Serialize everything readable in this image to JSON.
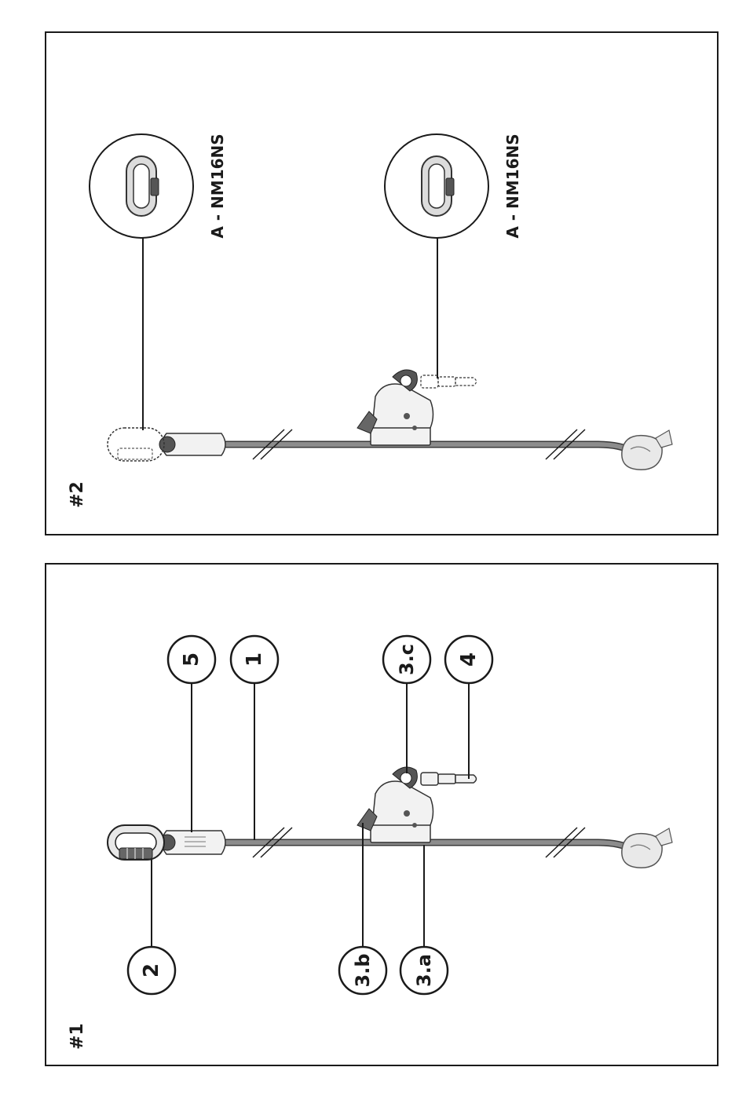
{
  "colors": {
    "frame": "#1a1a1a",
    "rope": "#8c8c8c",
    "rope_edge": "#3a3a3a",
    "metal": "#e8e8e8",
    "device": "#f2f2f2",
    "dark_part": "#555555"
  },
  "panel1": {
    "label": "#1",
    "callouts": [
      {
        "id": "5",
        "label": "5"
      },
      {
        "id": "1",
        "label": "1"
      },
      {
        "id": "3c",
        "label": "3.c"
      },
      {
        "id": "4",
        "label": "4"
      },
      {
        "id": "2",
        "label": "2"
      },
      {
        "id": "3b",
        "label": "3.b"
      },
      {
        "id": "3a",
        "label": "3.a"
      }
    ]
  },
  "panel2": {
    "label": "#2",
    "connector_left": "A - NM16NS",
    "connector_right": "A - NM16NS"
  }
}
